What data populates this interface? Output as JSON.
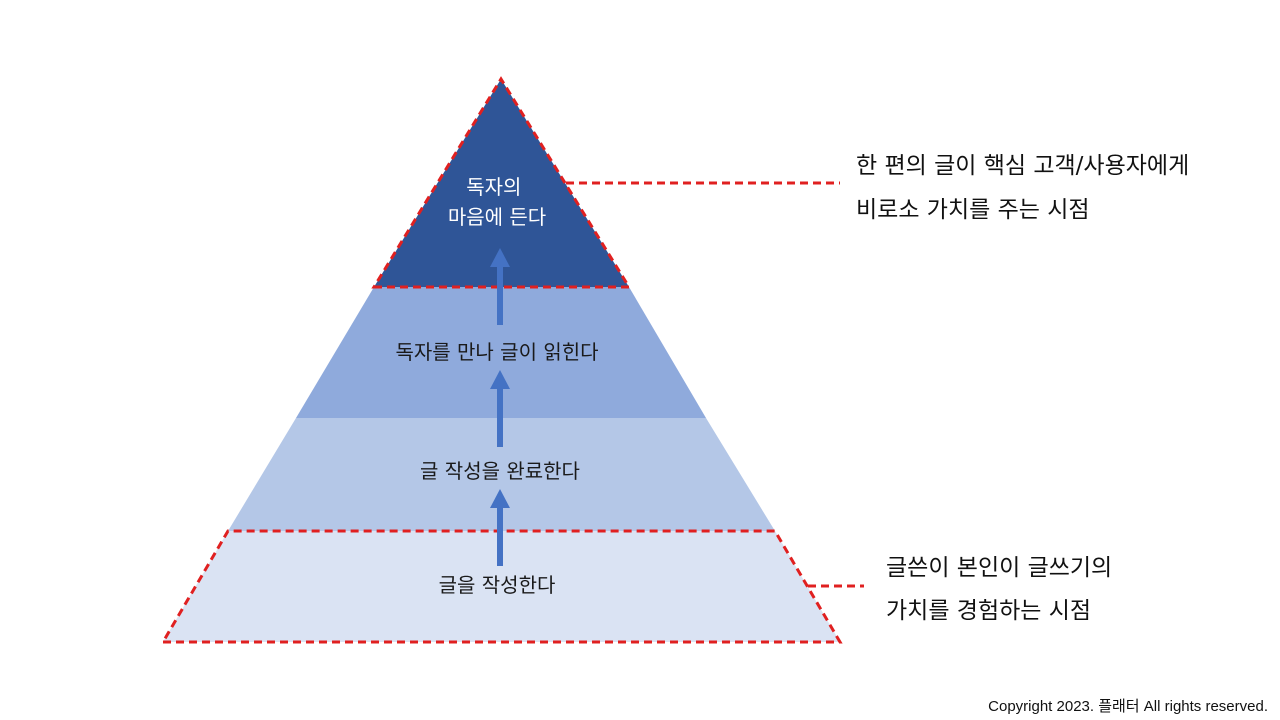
{
  "diagram": {
    "type": "pyramid",
    "tiers": [
      {
        "lines": [
          "독자의",
          "마음에 든다"
        ],
        "fill": "#2f5597",
        "text_color": "#ffffff"
      },
      {
        "lines": [
          "독자를 만나 글이 읽힌다"
        ],
        "fill": "#8faadc",
        "text_color": "#1a1a1a"
      },
      {
        "lines": [
          "글 작성을 완료한다"
        ],
        "fill": "#b4c7e7",
        "text_color": "#1a1a1a"
      },
      {
        "lines": [
          "글을 작성한다"
        ],
        "fill": "#dae3f3",
        "text_color": "#1a1a1a"
      }
    ],
    "arrow_color": "#4472c4",
    "highlight_color": "#e02020"
  },
  "annotations": {
    "top": {
      "lines": [
        "한 편의 글이 핵심 고객/사용자에게",
        "비로소 가치를 주는 시점"
      ]
    },
    "bottom": {
      "lines": [
        "글쓴이 본인이 글쓰기의",
        "가치를 경험하는 시점"
      ]
    }
  },
  "footer": {
    "copyright": "Copyright 2023. 플래터 All rights reserved."
  }
}
